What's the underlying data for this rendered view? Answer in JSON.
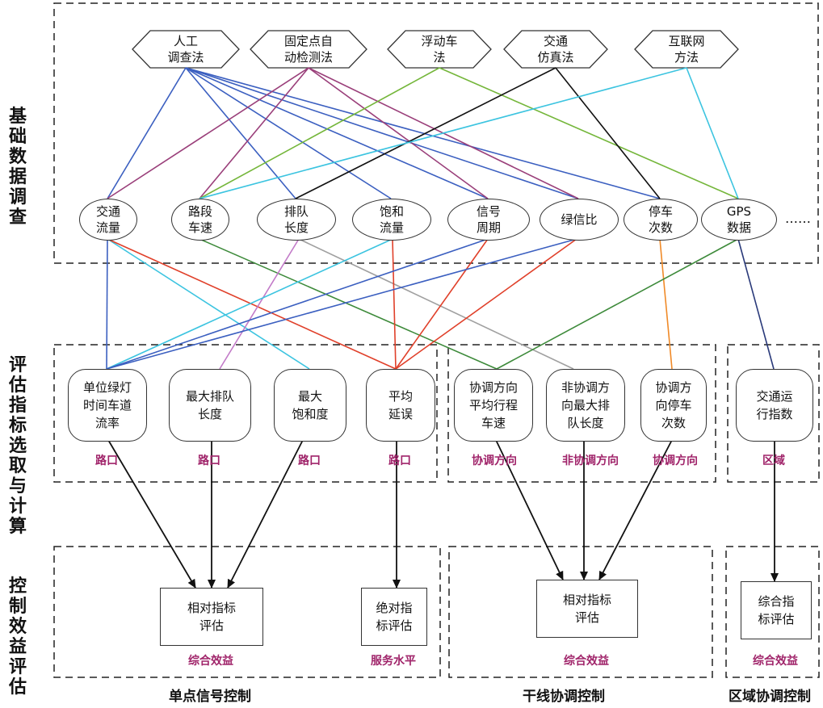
{
  "sections": {
    "basic": "基础\n数据\n调查",
    "indicator": "评估\n指标\n选取\n与\n计算",
    "benefit": "控制\n效益\n评估"
  },
  "methods": [
    {
      "id": "m1",
      "label": "人工\n调查法"
    },
    {
      "id": "m2",
      "label": "固定点自\n动检测法"
    },
    {
      "id": "m3",
      "label": "浮动车\n法"
    },
    {
      "id": "m4",
      "label": "交通\n仿真法"
    },
    {
      "id": "m5",
      "label": "互联网\n方法"
    }
  ],
  "data_items": [
    {
      "id": "d1",
      "label": "交通\n流量"
    },
    {
      "id": "d2",
      "label": "路段\n车速"
    },
    {
      "id": "d3",
      "label": "排队\n长度"
    },
    {
      "id": "d4",
      "label": "饱和\n流量"
    },
    {
      "id": "d5",
      "label": "信号\n周期"
    },
    {
      "id": "d6",
      "label": "绿信比"
    },
    {
      "id": "d7",
      "label": "停车\n次数"
    },
    {
      "id": "d8",
      "label": "GPS\n数据"
    }
  ],
  "ellipsis": "……",
  "indicators": [
    {
      "id": "i1",
      "label": "单位绿灯\n时间车道\n流率",
      "scope": "路口"
    },
    {
      "id": "i2",
      "label": "最大排队\n长度",
      "scope": "路口"
    },
    {
      "id": "i3",
      "label": "最大\n饱和度",
      "scope": "路口"
    },
    {
      "id": "i4",
      "label": "平均\n延误",
      "scope": "路口"
    },
    {
      "id": "i5",
      "label": "协调方向\n平均行程\n车速",
      "scope": "协调方向"
    },
    {
      "id": "i6",
      "label": "非协调方\n向最大排\n队长度",
      "scope": "非协调方向"
    },
    {
      "id": "i7",
      "label": "协调方\n向停车\n次数",
      "scope": "协调方向"
    },
    {
      "id": "i8",
      "label": "交通运\n行指数",
      "scope": "区域"
    }
  ],
  "evaluations": [
    {
      "id": "e1",
      "label": "相对指标\n评估",
      "note": "综合效益"
    },
    {
      "id": "e2",
      "label": "绝对指\n标评估",
      "note": "服务水平"
    },
    {
      "id": "e3",
      "label": "相对指标\n评估",
      "note": "综合效益"
    },
    {
      "id": "e4",
      "label": "综合指\n标评估",
      "note": "综合效益"
    }
  ],
  "controls": [
    "单点信号控制",
    "干线协调控制",
    "区域协调控制"
  ],
  "colors": {
    "blue": "#3b5fc0",
    "purple": "#9a3f7a",
    "green": "#74b63a",
    "black": "#111111",
    "cyan": "#3cc4e0",
    "red": "#e0402a",
    "gray": "#a0a0a0",
    "dark_green": "#3d8a3a",
    "orange": "#f08a28",
    "violet": "#c27ac8",
    "navy": "#2a3a7a",
    "scope_text": "#a0246a"
  }
}
